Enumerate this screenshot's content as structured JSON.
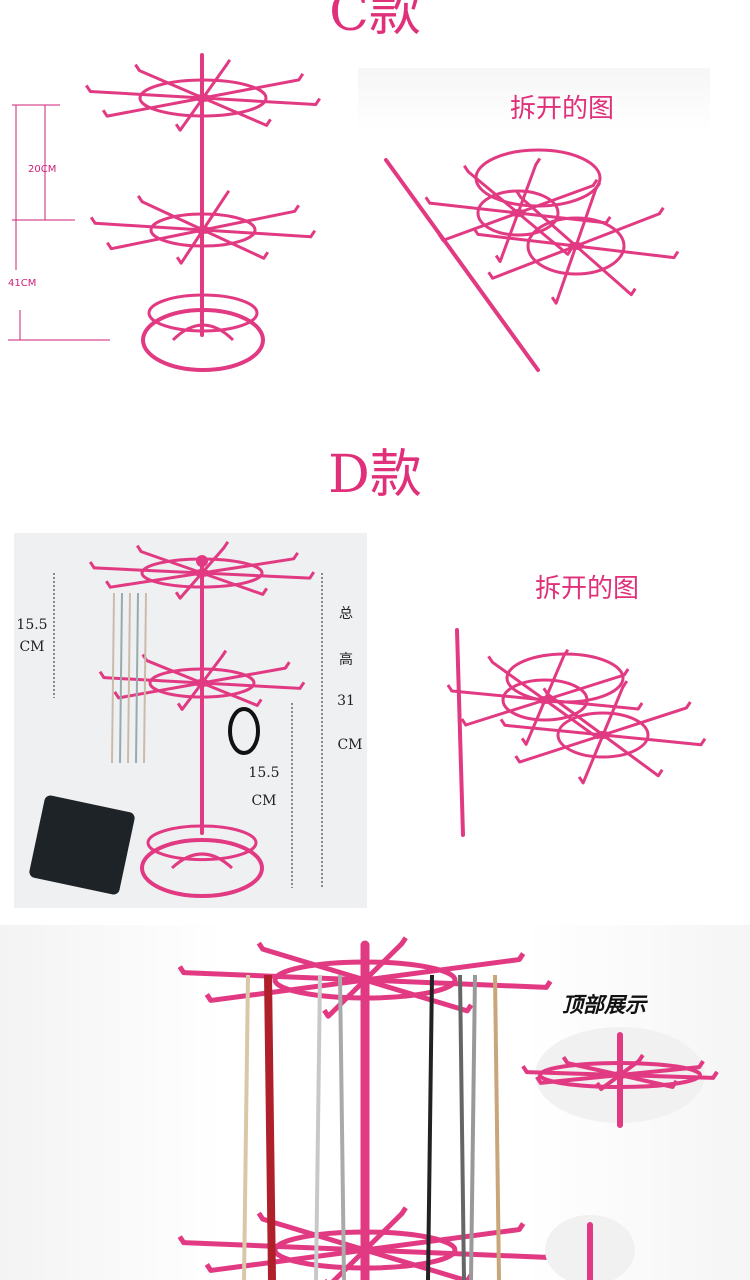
{
  "section_c": {
    "title": "C款",
    "dim_upper": "20CM",
    "dim_total": "41CM",
    "disassembled_caption": "拆开的图"
  },
  "section_d": {
    "title": "D款",
    "dim_upper_value": "15.5",
    "dim_upper_unit": "CM",
    "dim_total_label_1": "总",
    "dim_total_label_2": "高",
    "dim_total_value": "31",
    "dim_total_unit": "CM",
    "dim_lower_value": "15.5",
    "dim_lower_unit": "CM",
    "disassembled_caption": "拆开的图"
  },
  "section_top": {
    "caption": "顶部展示"
  },
  "colors": {
    "rack": "#e23a82",
    "title": "#e0307a",
    "dim_line": "#d0207a"
  }
}
